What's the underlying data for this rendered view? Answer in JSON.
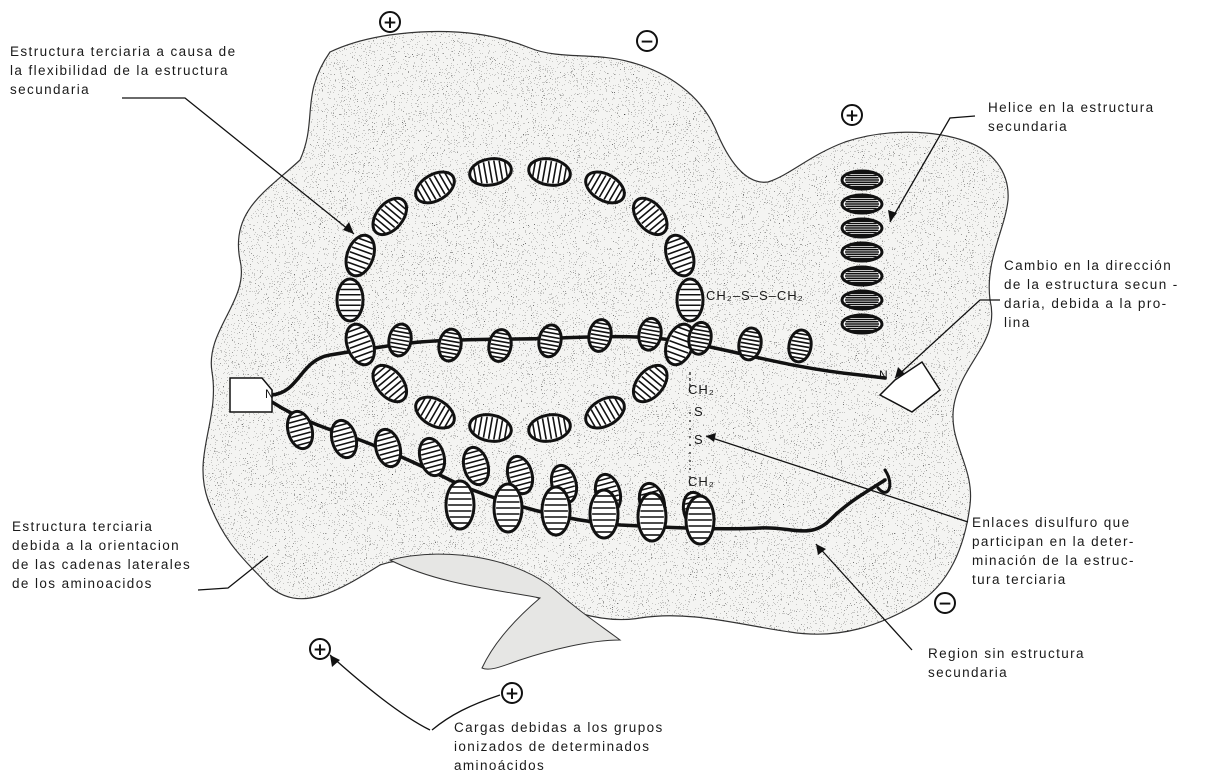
{
  "labels": {
    "tertiary_flexibility": [
      "Estructura terciaria a causa de",
      "la flexibilidad de la estructura",
      "secundaria"
    ],
    "helix": [
      "Helice en la estructura",
      "secundaria"
    ],
    "proline": [
      "Cambio en la dirección",
      "de la estructura secun -",
      "daria, debida a la pro-",
      "lina"
    ],
    "disulfide": [
      "Enlaces disulfuro que",
      "participan en la deter-",
      "minación de la estruc-",
      "tura terciaria"
    ],
    "no_secondary": [
      "Region sin estructura",
      "secundaria"
    ],
    "side_chains": [
      "Estructura terciaria",
      "debida a la orientacion",
      "de las cadenas laterales",
      "de los aminoacidos"
    ],
    "charges": [
      "Cargas debidas a los grupos",
      "ionizados de determinados",
      "aminoácidos"
    ]
  },
  "chemistry": {
    "bridge_horizontal": "CH₂–S–S–CH₂",
    "bridge_vertical": [
      "CH₂",
      "S",
      "S",
      "CH₂"
    ]
  },
  "terminals": {
    "left": "N",
    "right": "N"
  },
  "charge_symbols": {
    "plus": "+",
    "minus": "−"
  }
}
